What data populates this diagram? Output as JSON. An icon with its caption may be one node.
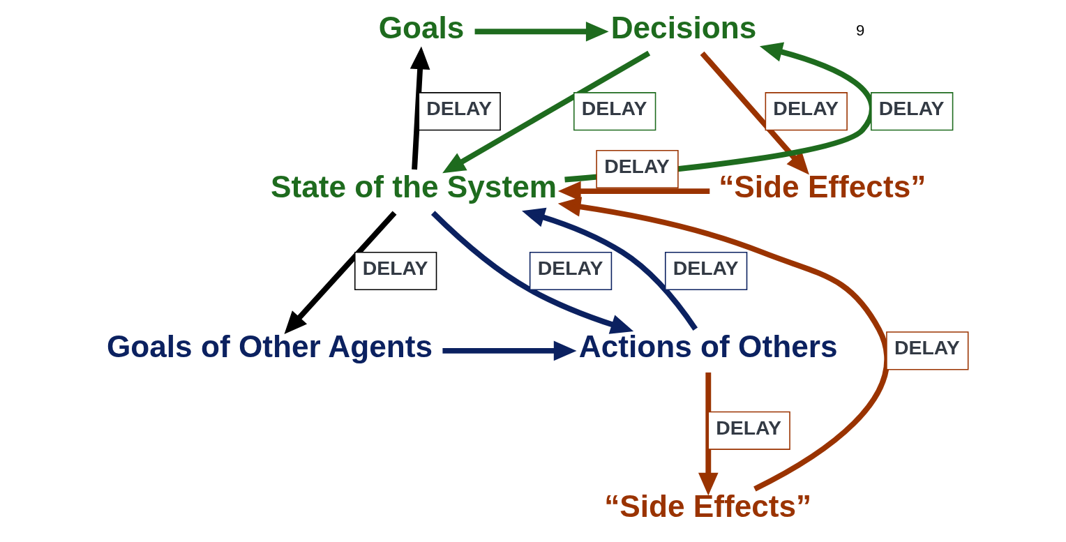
{
  "diagram": {
    "nodes": [
      {
        "text": [
          "Goals"
        ]
      },
      {
        "text": [
          "Decisions"
        ]
      },
      {
        "text": [
          "State of the System"
        ]
      },
      {
        "text": [
          "“Side Effects”"
        ]
      },
      {
        "text": [
          "Goals of Other Agents"
        ]
      },
      {
        "text": [
          "Actions of Others"
        ]
      },
      {
        "text": [
          "“Side Effects”"
        ]
      }
    ],
    "edges": [
      {
        "from": 0,
        "to": 1,
        "arrow": "to",
        "color": "#1e6b1e"
      },
      {
        "from": 2,
        "to": 1,
        "arrow": "to",
        "label": "DELAY",
        "color": "#1e6b1e"
      },
      {
        "from": 1,
        "to": 3,
        "arrow": "to",
        "label": "DELAY"
      },
      {
        "from": 1,
        "to": 2,
        "arrow": "to",
        "label": "DELAY",
        "color": "#1e6b1e"
      },
      {
        "from": 2,
        "to": 0,
        "arrow": "to",
        "label": "DELAY",
        "color": "#000000"
      },
      {
        "from": 3,
        "to": 2,
        "arrow": "to",
        "label": "DELAY"
      },
      {
        "from": 2,
        "to": 4,
        "arrow": "to",
        "label": "DELAY",
        "color": "#000000"
      },
      {
        "from": 6,
        "to": 2,
        "arrow": "to",
        "label": "DELAY"
      },
      {
        "from": 2,
        "to": 5,
        "arrow": "to",
        "label": "DELAY",
        "color": "#0b2160"
      },
      {
        "from": 5,
        "to": 2,
        "arrow": "to",
        "label": "DELAY",
        "color": "#0b2160"
      },
      {
        "from": 4,
        "to": 5,
        "arrow": "to",
        "color": "#0b2160"
      },
      {
        "from": 5,
        "to": 6,
        "arrow": "to",
        "label": "DELAY"
      }
    ],
    "labels": [
      "9"
    ]
  }
}
